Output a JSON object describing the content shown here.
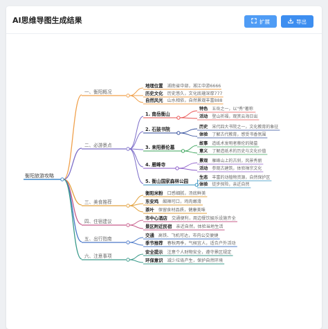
{
  "header": {
    "title": "AI思维导图生成结果",
    "expand_label": "扩展",
    "export_label": "导出"
  },
  "mindmap": {
    "root": "衡阳旅游攻略",
    "branches": [
      {
        "label": "一、衡阳概况",
        "color": "#f0a04b",
        "children": [
          {
            "label": "地理位置",
            "value": "湖南省中部，湘江中游6666"
          },
          {
            "label": "历史文化",
            "value": "历史悠久，文化底蕴深厚777"
          },
          {
            "label": "自然风光",
            "value": "山水相依，自然景观丰富888"
          }
        ]
      },
      {
        "label": "二、必游景点",
        "color": "#7b6cc8",
        "children": [
          {
            "label": "1. 南岳衡山",
            "color": "#e8504f",
            "children": [
              {
                "label": "特色",
                "value": "五岳之一，以\"秀\"著称"
              },
              {
                "label": "活动",
                "value": "登山祈福，观赏云海日出"
              }
            ]
          },
          {
            "label": "2. 石鼓书院",
            "color": "#2e4a9a",
            "children": [
              {
                "label": "历史",
                "value": "宋代四大书院之一，文化教育的象征"
              },
              {
                "label": "体验",
                "value": "了解古代教育，感受书香氛围"
              }
            ]
          },
          {
            "label": "3. 耒阳蔡伦墓",
            "color": "#3aa35a",
            "children": [
              {
                "label": "故事",
                "value": "造纸术发明者蔡伦的陵墓"
              },
              {
                "label": "意义",
                "value": "了解造纸术的历史与文化价值"
              }
            ]
          },
          {
            "label": "4. 雁峰寺",
            "color": "#8a5ac8",
            "children": [
              {
                "label": "景观",
                "value": "雁峰山上的古刹，风景秀丽"
              },
              {
                "label": "活动",
                "value": "参观古建筑，体验禅宗文化"
              }
            ]
          },
          {
            "label": "5. 衡山国家森林公园",
            "color": "#2d8fbf",
            "children": [
              {
                "label": "生态",
                "value": "丰富的动植物资源，自然保护区"
              },
              {
                "label": "体验",
                "value": "徒步探险，亲近自然"
              }
            ]
          }
        ]
      },
      {
        "label": "三、美食推荐",
        "color": "#e2a13c",
        "children": [
          {
            "label": "衡阳米粉",
            "value": "口感细腻，汤底鲜美"
          },
          {
            "label": "东安鸡",
            "value": "酸辣可口，鸡肉嫩滑"
          },
          {
            "label": "茶叶",
            "value": "保留食材品质，健康美味"
          }
        ]
      },
      {
        "label": "四、住宿建议",
        "color": "#c75b8a",
        "children": [
          {
            "label": "市中心酒店",
            "value": "交通便利，周边餐饮娱乐设施齐全"
          },
          {
            "label": "景区附近民宿",
            "value": "亲近自然，体验当地生活"
          }
        ]
      },
      {
        "label": "五、出行指南",
        "color": "#4a78c8",
        "children": [
          {
            "label": "交通",
            "value": "高铁、飞机可达，市内公交便捷"
          },
          {
            "label": "季节推荐",
            "value": "春秋两季，气候宜人，适合户外活动"
          }
        ]
      },
      {
        "label": "六、注意事项",
        "color": "#3a9a8a",
        "children": [
          {
            "label": "安全提示",
            "value": "注意个人财物安全，遵守景区规定"
          },
          {
            "label": "环保意识",
            "value": "减少垃圾产生，保护自然环境"
          }
        ]
      }
    ]
  }
}
